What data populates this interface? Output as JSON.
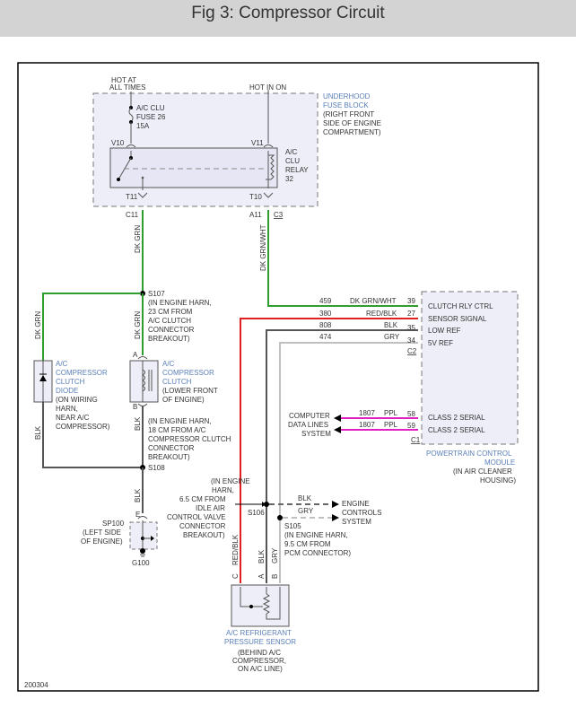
{
  "header": {
    "title": "Fig 3: Compressor Circuit"
  },
  "figure_id": "200304",
  "colors": {
    "dk_grn": "#2e9e2e",
    "red": "#e02020",
    "blk": "#555555",
    "gry": "#c0c0c0",
    "ppl": "#e020c0",
    "component_label": "#5a7fb8",
    "box_fill": "#eeeef8"
  },
  "fuse_block": {
    "hot_at_all_times": [
      "HOT AT",
      "ALL TIMES"
    ],
    "hot_in_on": "HOT IN ON",
    "fuse": [
      "A/C CLU",
      "FUSE 26",
      "15A"
    ],
    "relay": [
      "A/C",
      "CLU",
      "RELAY",
      "32"
    ],
    "name": [
      "UNDERHOOD",
      "FUSE BLOCK"
    ],
    "location": [
      "(RIGHT FRONT",
      "SIDE OF ENGINE",
      "COMPARTMENT)"
    ],
    "terminals": {
      "v10": "V10",
      "v11": "V11",
      "t11": "T11",
      "t10": "T10",
      "c11": "C11",
      "a11": "A11",
      "c3": "C3"
    }
  },
  "wires": {
    "dk_grn": "DK GRN",
    "dk_grn_wht": "DK GRN/WHT",
    "blk": "BLK",
    "red_blk": "RED/BLK",
    "gry": "GRY",
    "ppl": "PPL"
  },
  "splices": {
    "s107": {
      "id": "S107",
      "desc": [
        "(IN ENGINE HARN,",
        "23 CM FROM",
        "A/C CLUTCH",
        "CONNECTOR",
        "BREAKOUT)"
      ]
    },
    "s108": {
      "id": "S108",
      "desc": [
        "(IN ENGINE HARN,",
        "18 CM FROM A/C",
        "COMPRESSOR CLUTCH",
        "CONNECTOR",
        "BREAKOUT)"
      ]
    },
    "s106": {
      "id": "S106",
      "desc": [
        "(IN ENGINE",
        "HARN,",
        "6.5 CM FROM",
        "IDLE AIR",
        "CONTROL VALVE",
        "CONNECTOR",
        "BREAKOUT)"
      ]
    },
    "s105": {
      "id": "S105",
      "desc": [
        "(IN ENGINE HARN,",
        "9.5 CM FROM",
        "PCM CONNECTOR)"
      ]
    }
  },
  "diode": {
    "name": [
      "A/C",
      "COMPRESSOR",
      "CLUTCH",
      "DIODE"
    ],
    "location": [
      "(ON WIRING",
      "HARN,",
      "NEAR A/C",
      "COMPRESSOR)"
    ]
  },
  "clutch": {
    "name": [
      "A/C",
      "COMPRESSOR",
      "CLUTCH"
    ],
    "location": [
      "(LOWER FRONT",
      "OF ENGINE)"
    ],
    "pin_a": "A",
    "pin_b": "B"
  },
  "ground": {
    "sp": "SP100",
    "sp_location": [
      "(LEFT SIDE",
      "OF ENGINE)"
    ],
    "pin": "E",
    "id": "G100"
  },
  "pcm": {
    "circuits": [
      {
        "circuit": "459",
        "color": "DK GRN/WHT",
        "pin": "39",
        "label": "CLUTCH RLY CTRL"
      },
      {
        "circuit": "380",
        "color": "RED/BLK",
        "pin": "27",
        "label": "SENSOR SIGNAL"
      },
      {
        "circuit": "808",
        "color": "BLK",
        "pin": "35",
        "label": "LOW REF"
      },
      {
        "circuit": "474",
        "color": "GRY",
        "pin": "34",
        "label": "5V REF"
      }
    ],
    "connector_c2": "C2",
    "serial": [
      {
        "circuit": "1807",
        "color": "PPL",
        "pin": "58",
        "label": "CLASS 2 SERIAL"
      },
      {
        "circuit": "1807",
        "color": "PPL",
        "pin": "59",
        "label": "CLASS 2 SERIAL"
      }
    ],
    "connector_c1": "C1",
    "name": [
      "POWERTRAIN CONTROL",
      "MODULE"
    ],
    "location": [
      "(IN AIR CLEANER",
      "HOUSING)"
    ]
  },
  "data_lines": [
    "COMPUTER",
    "DATA LINES",
    "SYSTEM"
  ],
  "engine_controls": [
    "ENGINE",
    "CONTROLS",
    "SYSTEM"
  ],
  "sensor": {
    "name": [
      "A/C REFRIGERANT",
      "PRESSURE SENSOR"
    ],
    "location": [
      "(BEHIND A/C",
      "COMPRESSOR,",
      "ON A/C LINE)"
    ],
    "pins": {
      "c": "C",
      "a": "A",
      "b": "B"
    }
  }
}
